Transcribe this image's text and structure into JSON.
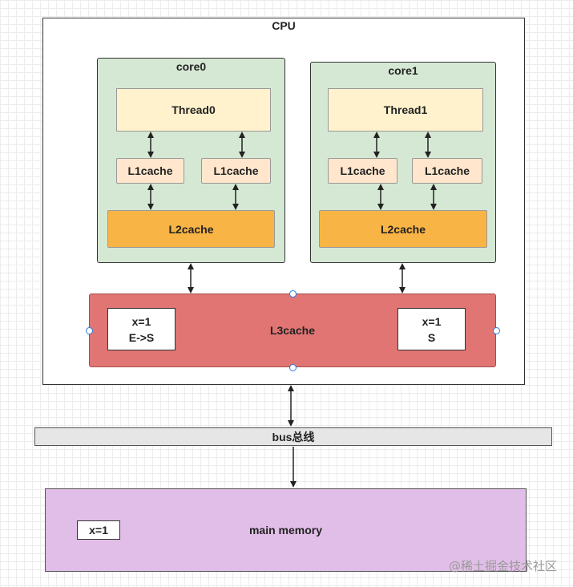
{
  "cpu": {
    "label": "CPU"
  },
  "cores": [
    {
      "label": "core0",
      "thread": "Thread0",
      "l1": [
        "L1cache",
        "L1cache"
      ],
      "l2": "L2cache"
    },
    {
      "label": "core1",
      "thread": "Thread1",
      "l1": [
        "L1cache",
        "L1cache"
      ],
      "l2": "L2cache"
    }
  ],
  "l3": {
    "label": "L3cache",
    "left_value": {
      "line1": "x=1",
      "line2": "E->S"
    },
    "right_value": {
      "line1": "x=1",
      "line2": "S"
    }
  },
  "bus": {
    "label": "bus总线"
  },
  "memory": {
    "label": "main memory",
    "value": "x=1"
  },
  "watermark": "@稀土掘金技术社区",
  "colors": {
    "core_fill": "#d5e8d4",
    "thread_fill": "#fff2cc",
    "l1_fill": "#ffe6cc",
    "l2_fill": "#f8b444",
    "l3_fill": "#e07573",
    "bus_fill": "#e6e6e6",
    "memory_fill": "#e1bee7"
  }
}
